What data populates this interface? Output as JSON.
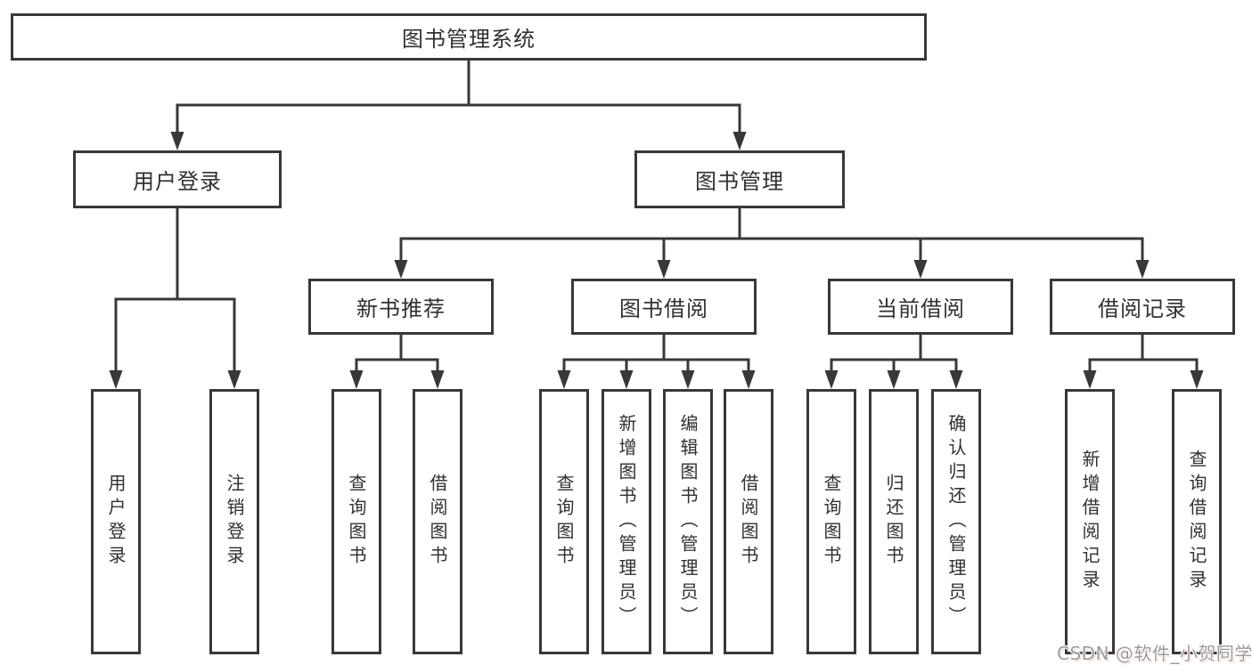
{
  "diagram": {
    "root": {
      "label": "图书管理系统"
    },
    "level2": [
      {
        "id": "user-login",
        "label": "用户登录"
      },
      {
        "id": "book-management",
        "label": "图书管理"
      }
    ],
    "level3": [
      {
        "id": "new-book-recommend",
        "label": "新书推荐",
        "parent": "图书管理"
      },
      {
        "id": "book-borrow",
        "label": "图书借阅",
        "parent": "图书管理"
      },
      {
        "id": "current-borrow",
        "label": "当前借阅",
        "parent": "图书管理"
      },
      {
        "id": "borrow-records",
        "label": "借阅记录",
        "parent": "图书管理"
      }
    ],
    "leaves": [
      {
        "id": "leaf-user-login",
        "label": "用户登录",
        "parent": "用户登录"
      },
      {
        "id": "leaf-logout",
        "label": "注销登录",
        "parent": "用户登录"
      },
      {
        "id": "leaf-query-book-1",
        "label": "查询图书",
        "parent": "新书推荐"
      },
      {
        "id": "leaf-borrow-book-1",
        "label": "借阅图书",
        "parent": "新书推荐"
      },
      {
        "id": "leaf-query-book-2",
        "label": "查询图书",
        "parent": "图书借阅"
      },
      {
        "id": "leaf-add-book-admin",
        "label": "新增图书（管理员）",
        "parent": "图书借阅"
      },
      {
        "id": "leaf-edit-book-admin",
        "label": "编辑图书（管理员）",
        "parent": "图书借阅"
      },
      {
        "id": "leaf-borrow-book-2",
        "label": "借阅图书",
        "parent": "图书借阅"
      },
      {
        "id": "leaf-query-book-3",
        "label": "查询图书",
        "parent": "当前借阅"
      },
      {
        "id": "leaf-return-book",
        "label": "归还图书",
        "parent": "当前借阅"
      },
      {
        "id": "leaf-confirm-return-admin",
        "label": "确认归还（管理员）",
        "parent": "当前借阅"
      },
      {
        "id": "leaf-add-borrow-record",
        "label": "新增借阅记录",
        "parent": "借阅记录"
      },
      {
        "id": "leaf-query-borrow-record",
        "label": "查询借阅记录",
        "parent": "借阅记录"
      }
    ],
    "watermark": "CSDN @软件_小贺同学",
    "colors": {
      "line": "#383838",
      "text": "#303030",
      "background": "#ffffff",
      "watermark": "#9b9b9b"
    }
  }
}
